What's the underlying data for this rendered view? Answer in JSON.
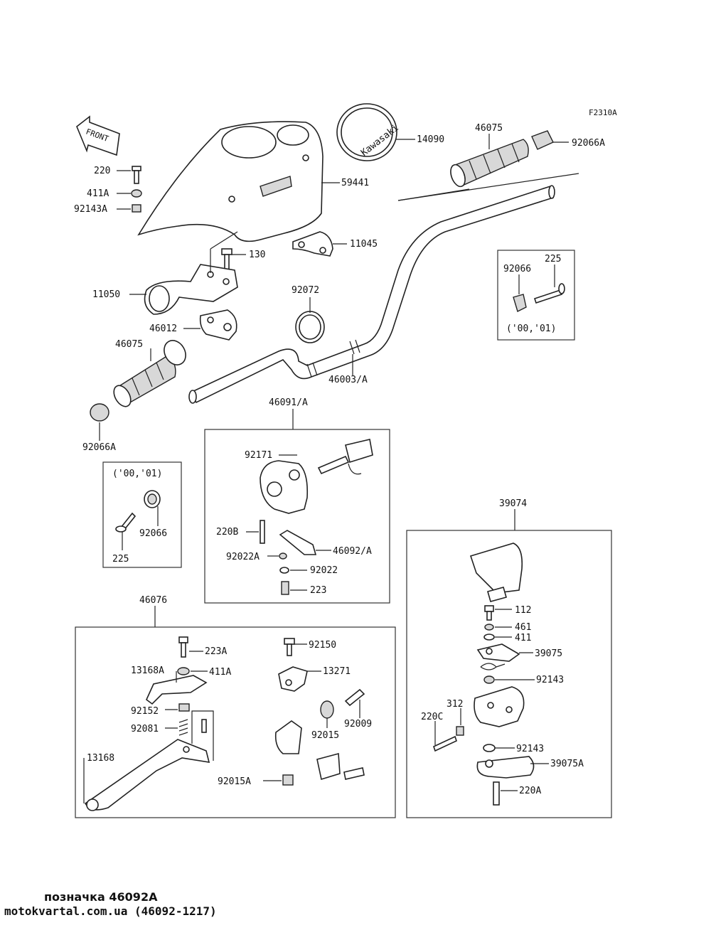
{
  "figure_code": "F2310A",
  "front_label": "FRONT",
  "kawasaki_logo": "Kawasaki",
  "variant_note": "('00,'01)",
  "labels": {
    "p14090": "14090",
    "p46075_r": "46075",
    "p92066A_r": "92066A",
    "p220": "220",
    "p411A": "411A",
    "p92143A": "92143A",
    "p59441": "59441",
    "p130": "130",
    "p11045": "11045",
    "p11050": "11050",
    "p92072": "92072",
    "p46012": "46012",
    "p46075_l": "46075",
    "p46003": "46003/A",
    "p92066A_l": "92066A",
    "p92066_box": "92066",
    "p225_box": "225",
    "p92066_box2": "92066",
    "p225_box2": "225",
    "p46091": "46091/A",
    "p92171": "92171",
    "p220B": "220B",
    "p92022A": "92022A",
    "p46092": "46092/A",
    "p92022": "92022",
    "p223": "223",
    "p39074": "39074",
    "p112": "112",
    "p461": "461",
    "p411": "411",
    "p39075": "39075",
    "p92143": "92143",
    "p312": "312",
    "p220C": "220C",
    "p92143b": "92143",
    "p39075A": "39075A",
    "p220A": "220A",
    "p46076": "46076",
    "p223A": "223A",
    "p92150": "92150",
    "p13168A": "13168A",
    "p411A_b": "411A",
    "p13271": "13271",
    "p92152": "92152",
    "p92009": "92009",
    "p92081": "92081",
    "p92015": "92015",
    "p13168": "13168",
    "p92015A": "92015A"
  },
  "footer": {
    "note": "позначка 46092A",
    "url": "motokvartal.com.ua (46092-1217)"
  }
}
